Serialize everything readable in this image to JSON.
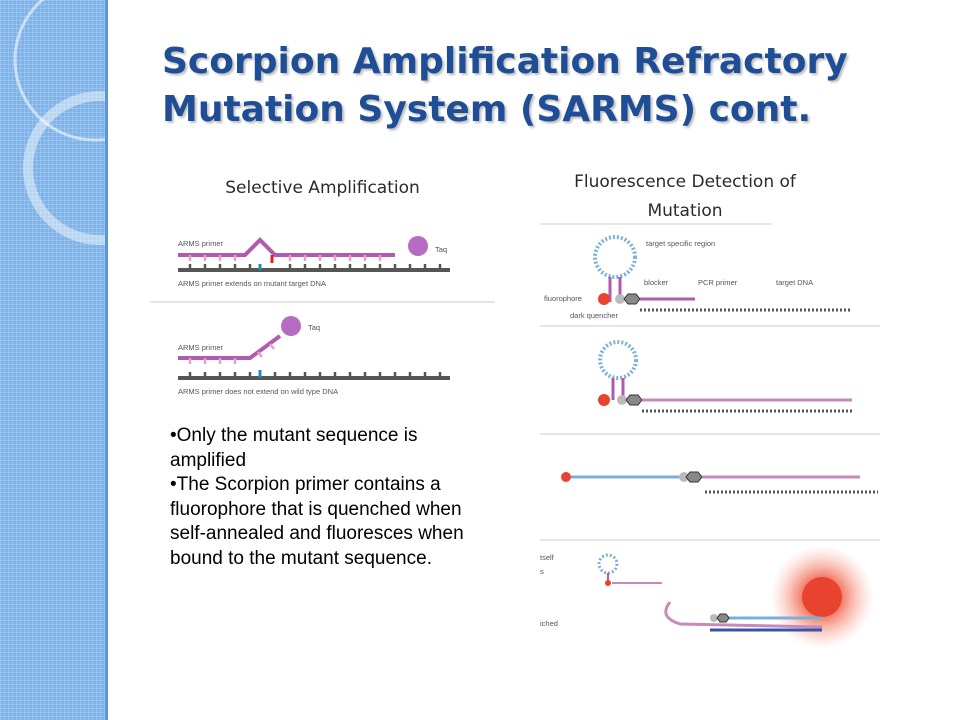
{
  "slide": {
    "title_line1": "Scorpion Amplification Refractory",
    "title_line2": "Mutation System (SARMS) cont.",
    "left_heading": "Selective Amplification",
    "right_heading_line1": "Fluorescence Detection of",
    "right_heading_line2": "Mutation"
  },
  "left_diagram": {
    "panel1": {
      "primer_label": "ARMS primer",
      "enzyme_label": "Taq",
      "caption": "ARMS primer extends on mutant target DNA"
    },
    "panel2": {
      "primer_label": "ARMS primer",
      "enzyme_label": "Taq",
      "caption": "ARMS primer does not extend on wild type DNA"
    }
  },
  "right_diagram": {
    "labels": {
      "target_region": "target specific region",
      "blocker": "blocker",
      "pcr_primer": "PCR primer",
      "target_dna": "target DNA",
      "fluorophore": "fluorophore",
      "dark_quencher": "dark quencher"
    },
    "cut_labels": [
      "tself",
      "s",
      "iched"
    ]
  },
  "bullets": [
    "•Only the mutant sequence is amplified",
    "•The Scorpion primer contains a fluorophore that is quenched when self-annealed and fluoresces when bound to the mutant sequence."
  ],
  "colors": {
    "title": "#1f4e96",
    "band": "#7fb2e8",
    "primer": "#b05ab0",
    "dna": "#555555",
    "fluor": "#e8432e"
  }
}
